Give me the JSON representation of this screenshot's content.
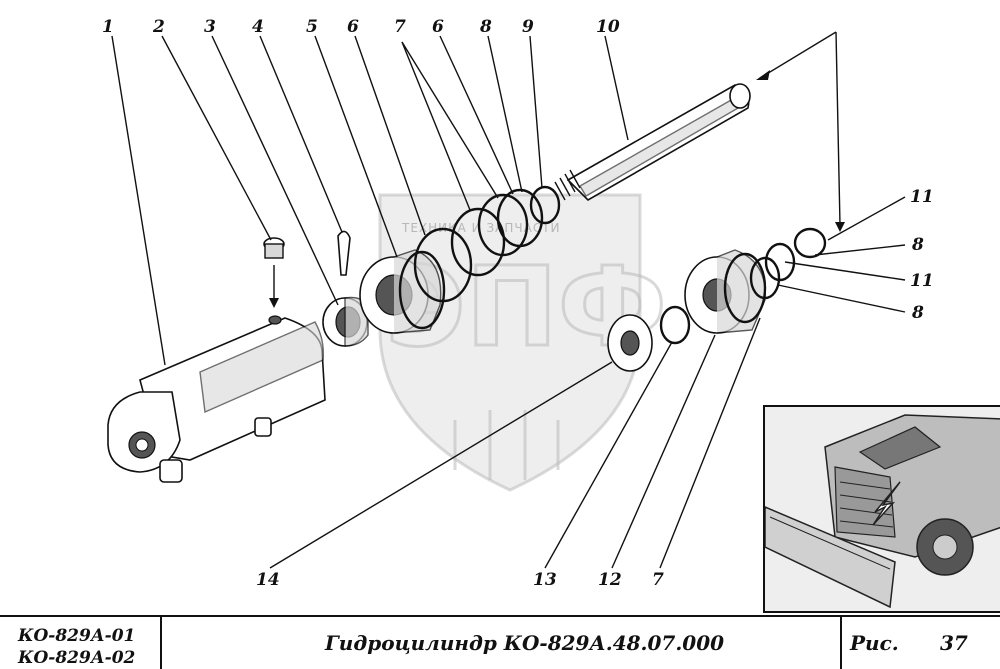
{
  "diagram": {
    "callouts": [
      {
        "id": "c1",
        "label": "1"
      },
      {
        "id": "c2",
        "label": "2"
      },
      {
        "id": "c3",
        "label": "3"
      },
      {
        "id": "c4",
        "label": "4"
      },
      {
        "id": "c5",
        "label": "5"
      },
      {
        "id": "c6a",
        "label": "6"
      },
      {
        "id": "c7a",
        "label": "7"
      },
      {
        "id": "c6b",
        "label": "6"
      },
      {
        "id": "c8a",
        "label": "8"
      },
      {
        "id": "c9",
        "label": "9"
      },
      {
        "id": "c10",
        "label": "10"
      },
      {
        "id": "c11a",
        "label": "11"
      },
      {
        "id": "c8b",
        "label": "8"
      },
      {
        "id": "c11b",
        "label": "11"
      },
      {
        "id": "c8c",
        "label": "8"
      },
      {
        "id": "c14",
        "label": "14"
      },
      {
        "id": "c13",
        "label": "13"
      },
      {
        "id": "c12",
        "label": "12"
      },
      {
        "id": "c7b",
        "label": "7"
      }
    ],
    "watermark_text": "ТЕХНИКА И ЗАПЧАСТИ",
    "watermark_logo": "ЭПФ"
  },
  "title_block": {
    "models": [
      "КО-829А-01",
      "КО-829А-02"
    ],
    "title": "Гидроцилиндр КО-829А.48.07.000",
    "fig_label": "Рис.",
    "fig_number": "37"
  }
}
